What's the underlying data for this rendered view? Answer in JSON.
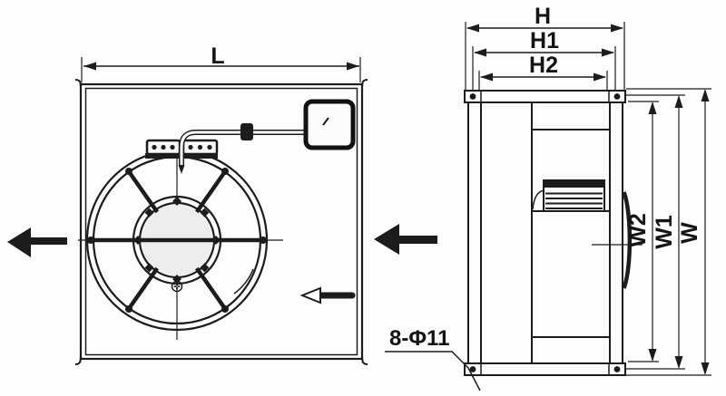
{
  "colors": {
    "ink": "#1c1c1c",
    "paper": "#fdfdfc",
    "hub_disc": "#ededf0"
  },
  "front_view": {
    "dim_length_label": "L"
  },
  "side_view": {
    "dim_height_label": "H",
    "dim_height1_label": "H1",
    "dim_height2_label": "H2",
    "dim_width2_label": "W2",
    "dim_width1_label": "W1",
    "dim_width_label": "W",
    "bolt_callout_label": "8-Φ11"
  }
}
